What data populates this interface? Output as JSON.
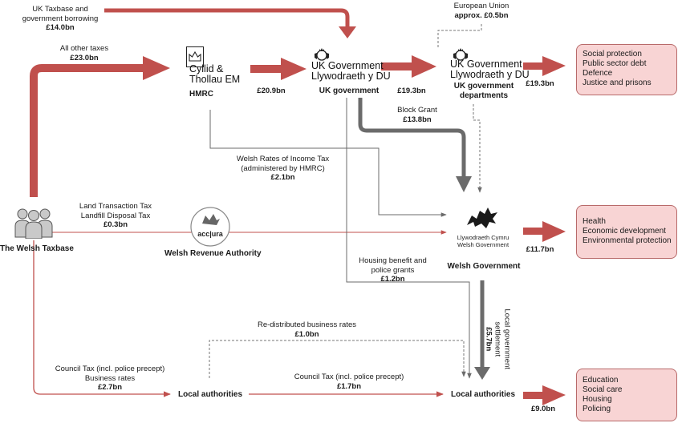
{
  "labels": {
    "uk_taxbase_line1": "UK Taxbase and",
    "uk_taxbase_line2": "government borrowing",
    "uk_taxbase_amount": "£14.0bn",
    "eu_line1": "European Union",
    "eu_amount": "approx. £0.5bn",
    "other_taxes": "All other taxes",
    "other_taxes_amount": "£23.0bn",
    "hmrc_to_ukg_amount": "£20.9bn",
    "ukg_to_depts_amount": "£19.3bn",
    "depts_out_amount": "£19.3bn",
    "block_grant": "Block Grant",
    "block_grant_amount": "£13.8bn",
    "writ_line1": "Welsh Rates of Income Tax",
    "writ_line2": "(administered by HMRC)",
    "writ_amount": "£2.1bn",
    "ltt_line1": "Land Transaction Tax",
    "ltt_line2": "Landfill Disposal Tax",
    "ltt_amount": "£0.3bn",
    "housing_line1": "Housing benefit and",
    "housing_line2": "police grants",
    "housing_amount": "£1.2bn",
    "wg_out_amount": "£11.7bn",
    "lgs_line1": "Local government",
    "lgs_line2": "settlement",
    "lgs_amount": "£5.7bn",
    "rates_line1": "Re-distributed business rates",
    "rates_amount": "£1.0bn",
    "ct_left_line1": "Council Tax (incl. police precept)",
    "ct_left_line2": "Business rates",
    "ct_left_amount": "£2.7bn",
    "ct_mid_line1": "Council Tax (incl. police precept)",
    "ct_mid_amount": "£1.7bn",
    "la_out_amount": "£9.0bn"
  },
  "nodes": {
    "hmrc": "HMRC",
    "uk_government": "UK government",
    "uk_departments_line1": "UK government",
    "uk_departments_line2": "departments",
    "welsh_taxbase": "The Welsh Taxbase",
    "wra": "Welsh Revenue Authority",
    "welsh_government": "Welsh Government",
    "la_left": "Local authorities",
    "la_right": "Local authorities"
  },
  "logos": {
    "hmrc_line1": "Cyllid &",
    "hmrc_line2": "Thollau EM",
    "ukg_line1": "UK Government",
    "ukg_line2": "Llywodraeth y DU",
    "dept_line1": "UK Government",
    "dept_line2": "Llywodraeth y DU",
    "wra_text": "acc|ura",
    "wg_line1": "Llywodraeth Cymru",
    "wg_line2": "Welsh Government"
  },
  "outcomes": {
    "uk_departments": [
      "Social protection",
      "Public sector debt",
      "Defence",
      "Justice and prisons"
    ],
    "welsh_government": [
      "Health",
      "Economic development",
      "Environmental protection"
    ],
    "local_authorities": [
      "Education",
      "Social care",
      "Housing",
      "Policing"
    ]
  },
  "colors": {
    "flow_red": "#c0504d",
    "flow_grey": "#6b6b6b",
    "box_fill": "#f8d4d4",
    "box_border": "#b86a6a"
  },
  "icons": [
    "crown-icon",
    "royal-arms-icon",
    "dragon-icon",
    "people-icon"
  ]
}
